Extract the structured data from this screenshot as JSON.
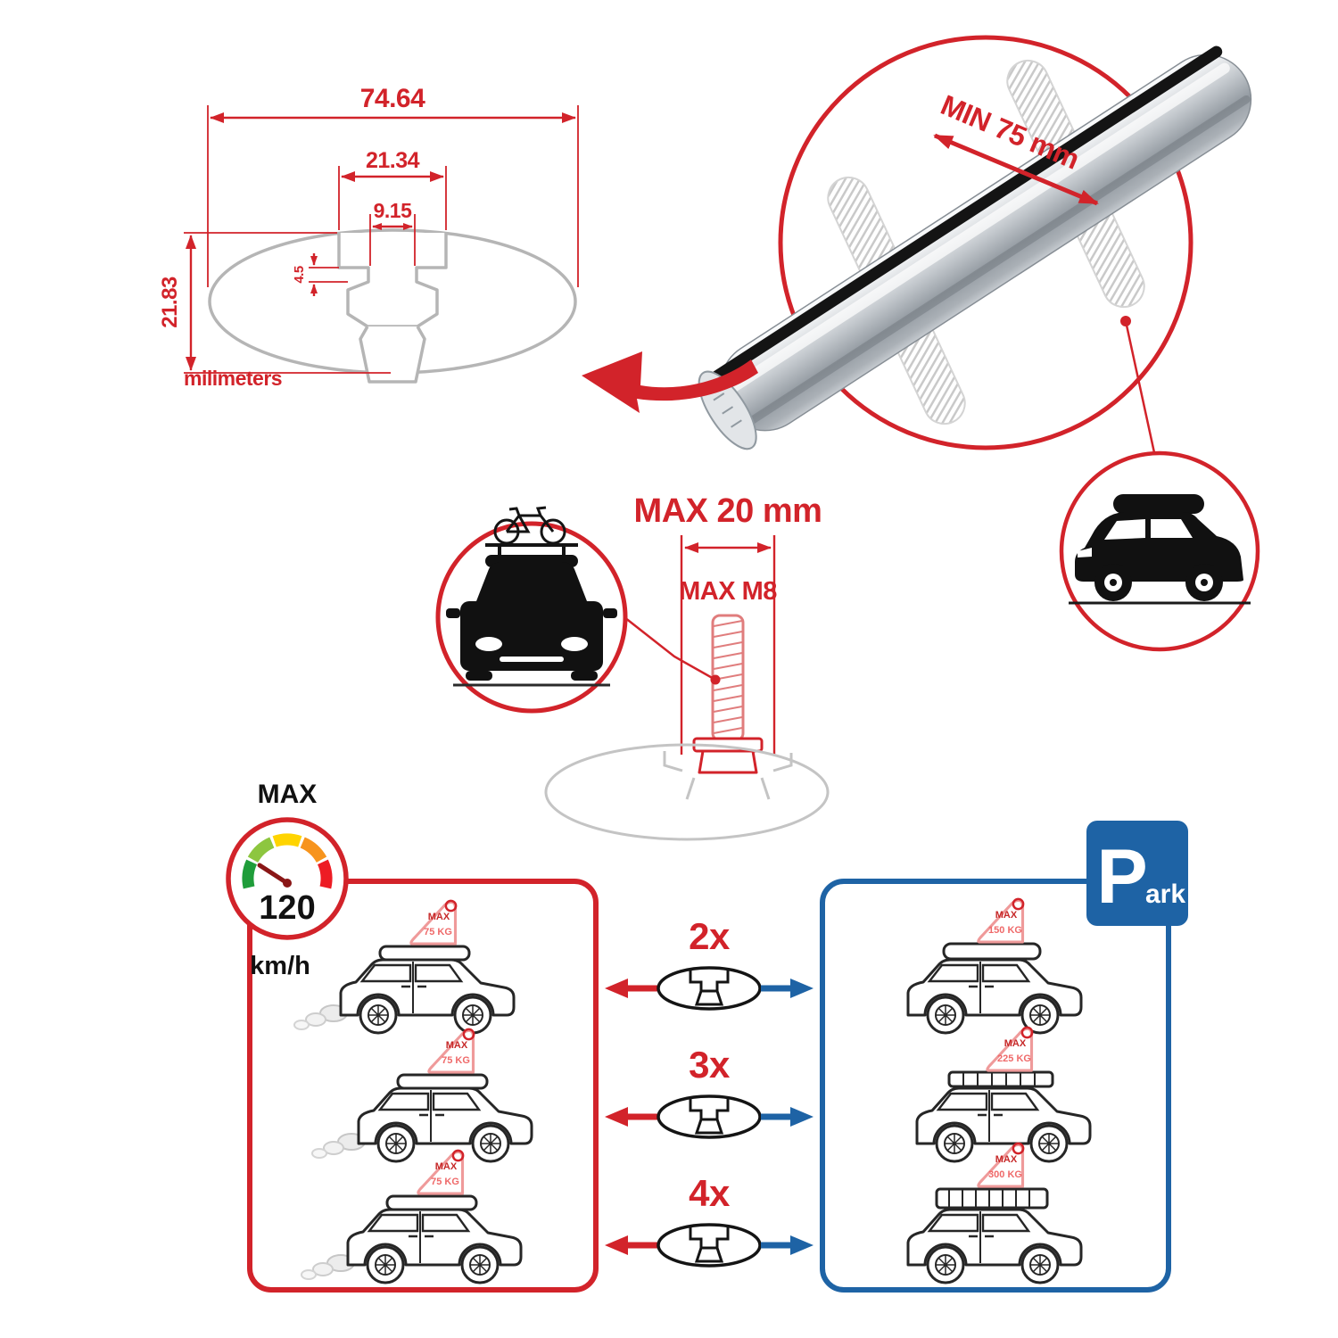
{
  "colors": {
    "red": "#d2232a",
    "blue": "#1e63a5",
    "gray": "#b5b5b5",
    "dark": "#141414"
  },
  "cross_section": {
    "total_width": "74.64",
    "slot_outer_width": "21.34",
    "slot_inner_width": "9.15",
    "lip_depth": "4.5",
    "total_height": "21.83",
    "units": "milimeters"
  },
  "bar_callout": {
    "min_span": "MIN 75 mm"
  },
  "bolt": {
    "max_diameter": "MAX 20 mm",
    "max_thread": "MAX M8"
  },
  "speed": {
    "label": "MAX",
    "value": "120",
    "units": "km/h"
  },
  "park_sign": {
    "initial": "P",
    "suffix": "ark"
  },
  "options": [
    {
      "count": "2x"
    },
    {
      "count": "3x"
    },
    {
      "count": "4x"
    }
  ],
  "driving_cars": [
    {
      "sign_label": "MAX",
      "sign_value": "75 KG"
    },
    {
      "sign_label": "MAX",
      "sign_value": "75 KG"
    },
    {
      "sign_label": "MAX",
      "sign_value": "75 KG"
    }
  ],
  "parked_cars": [
    {
      "sign_label": "MAX",
      "sign_value": "150 KG"
    },
    {
      "sign_label": "MAX",
      "sign_value": "225 KG"
    },
    {
      "sign_label": "MAX",
      "sign_value": "300 KG"
    }
  ]
}
